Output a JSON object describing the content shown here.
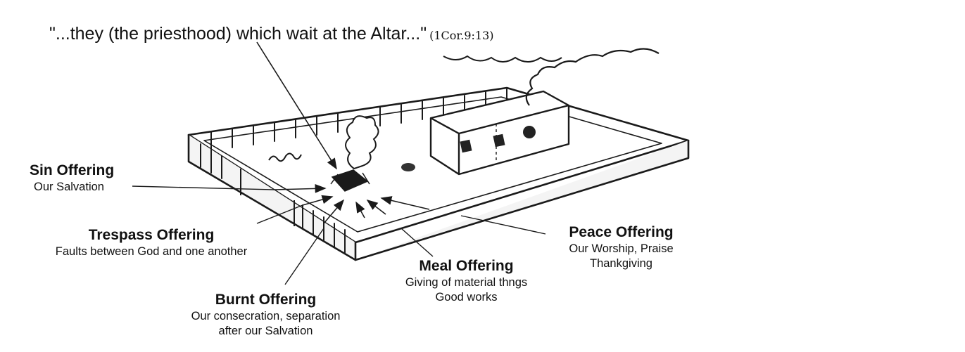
{
  "quote": {
    "text": "\"...they (the priesthood) which wait at the Altar...\"",
    "reference": "(1Cor.9:13)"
  },
  "offerings": [
    {
      "title": "Sin Offering",
      "lines": [
        "Our Salvation"
      ]
    },
    {
      "title": "Trespass Offering",
      "lines": [
        "Faults between God and one another"
      ]
    },
    {
      "title": "Burnt Offering",
      "lines": [
        "Our consecration, separation",
        "after our Salvation"
      ]
    },
    {
      "title": "Meal Offering",
      "lines": [
        "Giving of material thngs",
        "Good works"
      ]
    },
    {
      "title": "Peace Offering",
      "lines": [
        "Our Worship, Praise",
        "Thankgiving"
      ]
    }
  ]
}
